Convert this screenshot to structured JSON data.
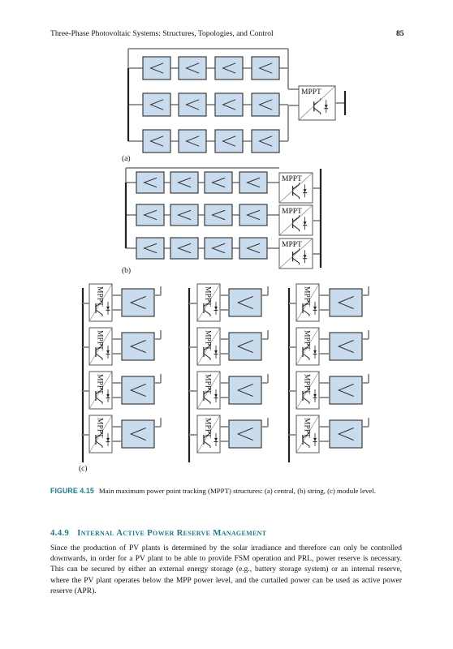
{
  "header": {
    "running_title": "Three-Phase Photovoltaic Systems: Structures, Topologies, and Control",
    "page_number": "85"
  },
  "figure": {
    "box_label": "MPPT",
    "panel_a_label": "(a)",
    "panel_b_label": "(b)",
    "panel_c_label": "(c)",
    "caption_label": "FIGURE 4.15",
    "caption_text": "Main maximum power point tracking (MPPT) structures: (a) central, (b) string, (c) module level.",
    "colors": {
      "panel_fill": "#c9dcee",
      "panel_stroke": "#3d3d3d",
      "wire": "#8a8a8a",
      "accent": "#1a7c8c"
    }
  },
  "section": {
    "number": "4.4.9",
    "title": "Internal Active Power Reserve Management",
    "paragraph": "Since the production of PV plants is determined by the solar irradiance and therefore can only be controlled downwards, in order for a PV plant to be able to provide FSM operation and PRL, power reserve is necessary. This can be secured by either an external energy storage (e.g., battery storage system) or an internal reserve, where the PV plant operates below the MPP power level, and the curtailed power can be used as active power reserve (APR)."
  }
}
